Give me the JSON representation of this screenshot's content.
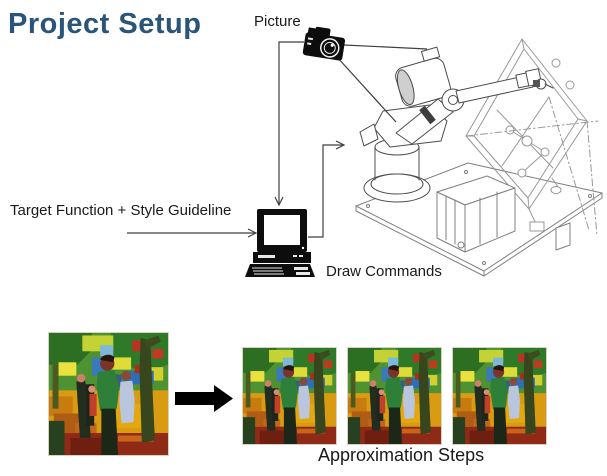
{
  "title": "Project Setup",
  "colors": {
    "title": "#2b5578",
    "label": "#1a1a1a",
    "connector": "#3f3f3f",
    "icon_black": "#0d0d0d"
  },
  "diagram": {
    "picture_label": "Picture",
    "target_label": "Target Function + Style Guideline",
    "draw_commands_label": "Draw Commands",
    "icons": {
      "camera": "camera-icon",
      "computer": "desktop-computer-icon",
      "robot": "robot-arm-and-easel-line-drawing"
    }
  },
  "bottom": {
    "approximation_label": "Approximation Steps",
    "step_count": 3,
    "painting_palette": [
      "#2c6e22",
      "#4f9232",
      "#c3d335",
      "#e9e23e",
      "#3a7ab8",
      "#d99b12",
      "#c87c10",
      "#8e2a16",
      "#2e8038",
      "#b9c6dd",
      "#232d1f",
      "#cf7f6a",
      "#37461c"
    ]
  }
}
